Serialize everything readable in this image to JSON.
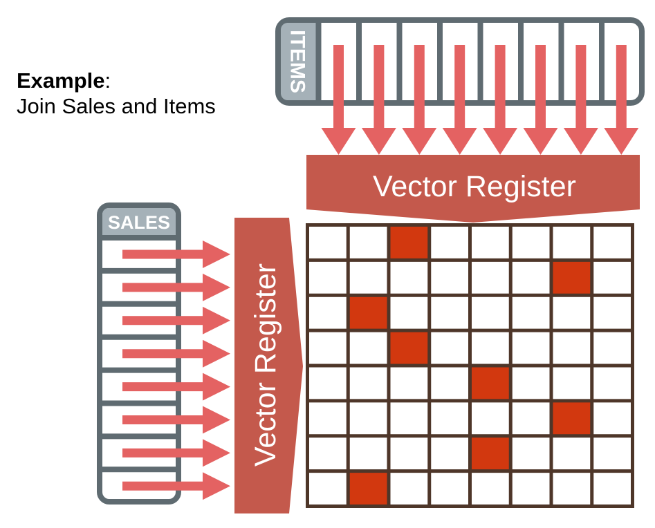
{
  "caption": {
    "label_bold": "Example",
    "label_colon": ":",
    "subtitle": "Join Sales and Items"
  },
  "items_table": {
    "label": "ITEMS",
    "cell_count": 8
  },
  "sales_table": {
    "label": "SALES",
    "row_count": 8
  },
  "top_register": {
    "label": "Vector Register"
  },
  "left_register": {
    "label": "Vector Register"
  },
  "match_grid": {
    "rows": 8,
    "cols": 8,
    "matches": [
      {
        "row": 0,
        "col": 2
      },
      {
        "row": 1,
        "col": 6
      },
      {
        "row": 2,
        "col": 1
      },
      {
        "row": 3,
        "col": 2
      },
      {
        "row": 4,
        "col": 4
      },
      {
        "row": 5,
        "col": 6
      },
      {
        "row": 6,
        "col": 4
      },
      {
        "row": 7,
        "col": 1
      }
    ]
  },
  "colors": {
    "table_border": "#5f6b71",
    "table_label_bg": "#a5b1b8",
    "arrow": "#e46262",
    "register": "#c4594c",
    "grid_line": "#4e3629",
    "match_cell": "#d2380f",
    "label_text": "#ffffff"
  }
}
